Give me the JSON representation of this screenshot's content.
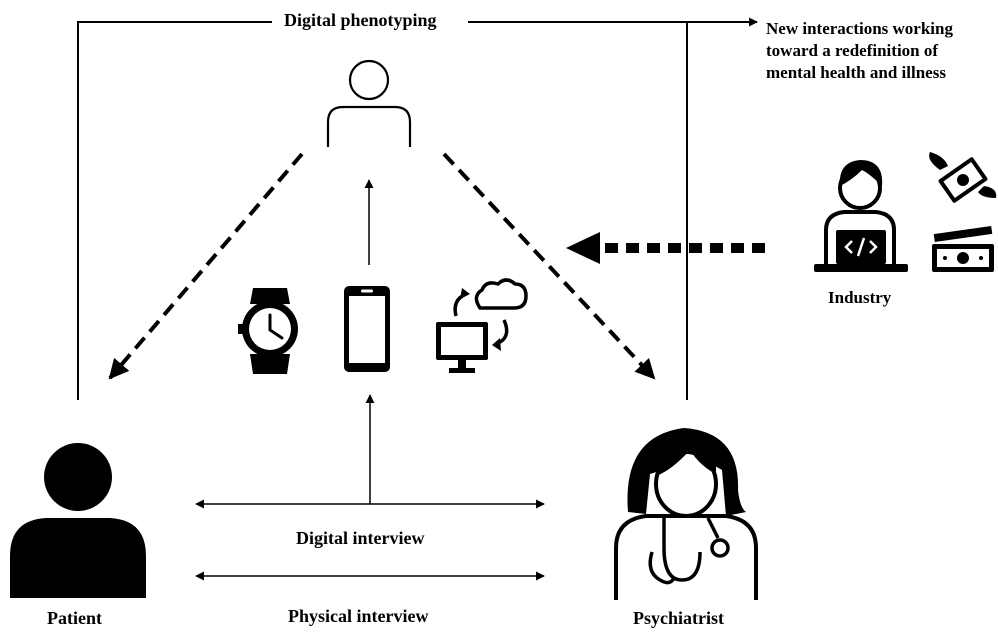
{
  "labels": {
    "digital_phenotyping": "Digital phenotyping",
    "new_interactions": [
      "New interactions working",
      "toward a redefinition of",
      "mental health and illness"
    ],
    "industry": "Industry",
    "patient": "Patient",
    "psychiatrist": "Psychiatrist",
    "digital_interview": "Digital interview",
    "physical_interview": "Physical interview"
  },
  "icons": [
    "user-outline-icon",
    "smartwatch-icon",
    "smartphone-icon",
    "computer-cloud-sync-icon",
    "developer-laptop-icon",
    "flying-money-icon",
    "cash-icon",
    "patient-silhouette-icon",
    "psychiatrist-stethoscope-icon"
  ],
  "colors": {
    "ink": "#000000",
    "background": "#ffffff"
  }
}
